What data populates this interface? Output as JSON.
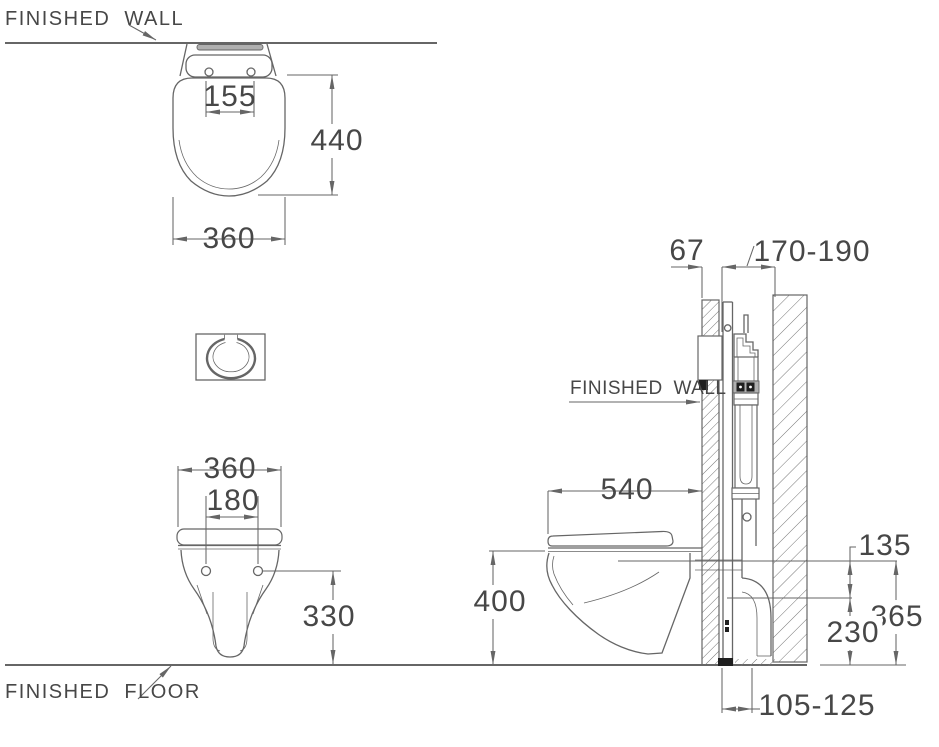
{
  "labels": {
    "finished_wall_top": "FINISHED WALL",
    "finished_wall_side": "FINISHED WALL",
    "finished_floor": "FINISHED FLOOR"
  },
  "dimensions": {
    "top_view": {
      "hinge_spacing": "155",
      "seat_depth": "440",
      "seat_width": "360"
    },
    "front_view": {
      "overall_width": "360",
      "bolt_spacing": "180",
      "bolt_height": "330"
    },
    "side_view": {
      "depth_from_wall": "540",
      "seat_height": "400",
      "wall_finish_offset": "67",
      "frame_depth_range": "170-190",
      "inlet_outlet_gap": "135",
      "inlet_height": "365",
      "outlet_height": "230",
      "outlet_floor_range": "105-125"
    }
  },
  "colors": {
    "c-line": "#666666",
    "c-text": "#474747",
    "c-hatch": "#767676",
    "c-gray": "#b0b0b0",
    "c-dark": "#1f1f1f",
    "c-bg": "#ffffff"
  }
}
